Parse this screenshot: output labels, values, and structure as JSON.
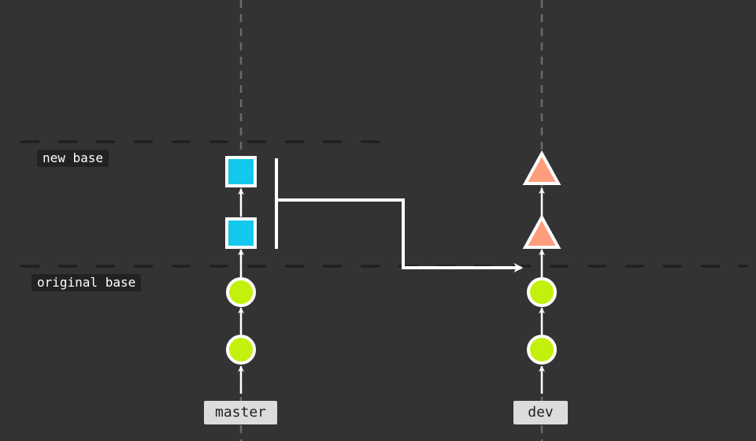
{
  "labels": {
    "new_base": "new base",
    "original_base": "original base"
  },
  "branches": {
    "master": "master",
    "dev": "dev"
  },
  "colors": {
    "background": "#333333",
    "guide": "#6a6a6a",
    "base_line": "#1e1e1e",
    "stroke": "#ffffff",
    "base_commit": "#c4f00e",
    "master_commit": "#12c8ec",
    "dev_commit": "#ff9e7e"
  },
  "icons": {
    "base_commit": "circle",
    "master_commit": "square",
    "dev_commit": "triangle"
  }
}
